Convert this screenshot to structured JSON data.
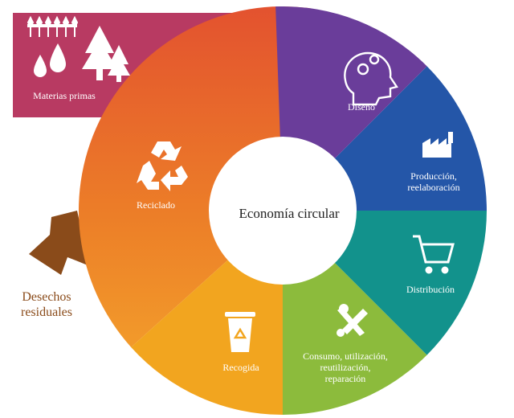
{
  "center": {
    "title": "Economía circular"
  },
  "stages": [
    {
      "id": "diseno",
      "label": "Diseño",
      "color": "#6a3d9a",
      "icon": "head-gears-icon"
    },
    {
      "id": "produccion",
      "label": "Producción,\nreelaboración",
      "color": "#2456a8",
      "icon": "factory-icon"
    },
    {
      "id": "distribucion",
      "label": "Distribución",
      "color": "#12928c",
      "icon": "shopping-cart-icon"
    },
    {
      "id": "consumo",
      "label": "Consumo, utilización,\nreutilización,\nreparación",
      "color": "#8cbb3c",
      "icon": "tools-icon"
    },
    {
      "id": "recogida",
      "label": "Recogida",
      "color": "#f2a51f",
      "icon": "recycle-bin-icon"
    },
    {
      "id": "reciclado",
      "label": "Reciclado",
      "color": "#ea7a2a",
      "icon": "recycle-icon"
    }
  ],
  "raw_materials": {
    "label": "Materias primas",
    "color": "#b83a62",
    "icons": [
      "wheat-icon",
      "water-drops-icon",
      "trees-icon"
    ]
  },
  "waste": {
    "label": "Desechos\nresiduales",
    "color": "#8a4b1a",
    "icon": "down-arrow-icon"
  }
}
